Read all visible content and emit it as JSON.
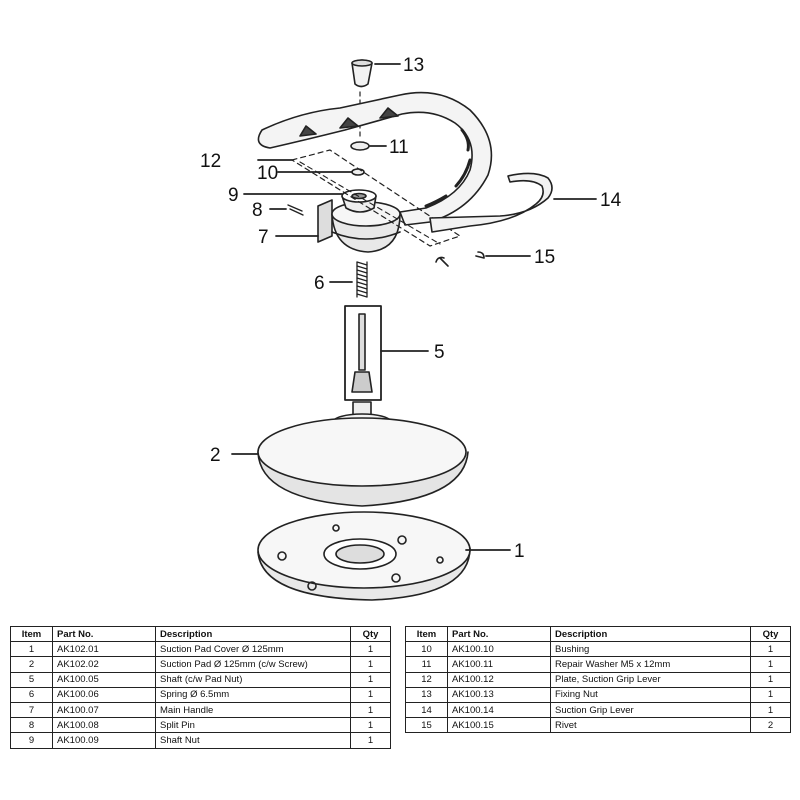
{
  "callouts": {
    "n1": "1",
    "n2": "2",
    "n5": "5",
    "n6": "6",
    "n7": "7",
    "n8": "8",
    "n9": "9",
    "n10": "10",
    "n11": "11",
    "n12": "12",
    "n13": "13",
    "n14": "14",
    "n15": "15"
  },
  "table": {
    "headers": [
      "Item",
      "Part No.",
      "Description",
      "Qty"
    ],
    "left_rows": [
      [
        "1",
        "AK102.01",
        "Suction Pad Cover Ø 125mm",
        "1"
      ],
      [
        "2",
        "AK102.02",
        "Suction Pad Ø 125mm (c/w Screw)",
        "1"
      ],
      [
        "5",
        "AK100.05",
        "Shaft (c/w Pad Nut)",
        "1"
      ],
      [
        "6",
        "AK100.06",
        "Spring Ø 6.5mm",
        "1"
      ],
      [
        "7",
        "AK100.07",
        "Main Handle",
        "1"
      ],
      [
        "8",
        "AK100.08",
        "Split Pin",
        "1"
      ],
      [
        "9",
        "AK100.09",
        "Shaft Nut",
        "1"
      ]
    ],
    "right_rows": [
      [
        "10",
        "AK100.10",
        "Bushing",
        "1"
      ],
      [
        "11",
        "AK100.11",
        "Repair Washer M5 x 12mm",
        "1"
      ],
      [
        "12",
        "AK100.12",
        "Plate, Suction Grip Lever",
        "1"
      ],
      [
        "13",
        "AK100.13",
        "Fixing Nut",
        "1"
      ],
      [
        "14",
        "AK100.14",
        "Suction Grip Lever",
        "1"
      ],
      [
        "15",
        "AK100.15",
        "Rivet",
        "2"
      ]
    ]
  }
}
